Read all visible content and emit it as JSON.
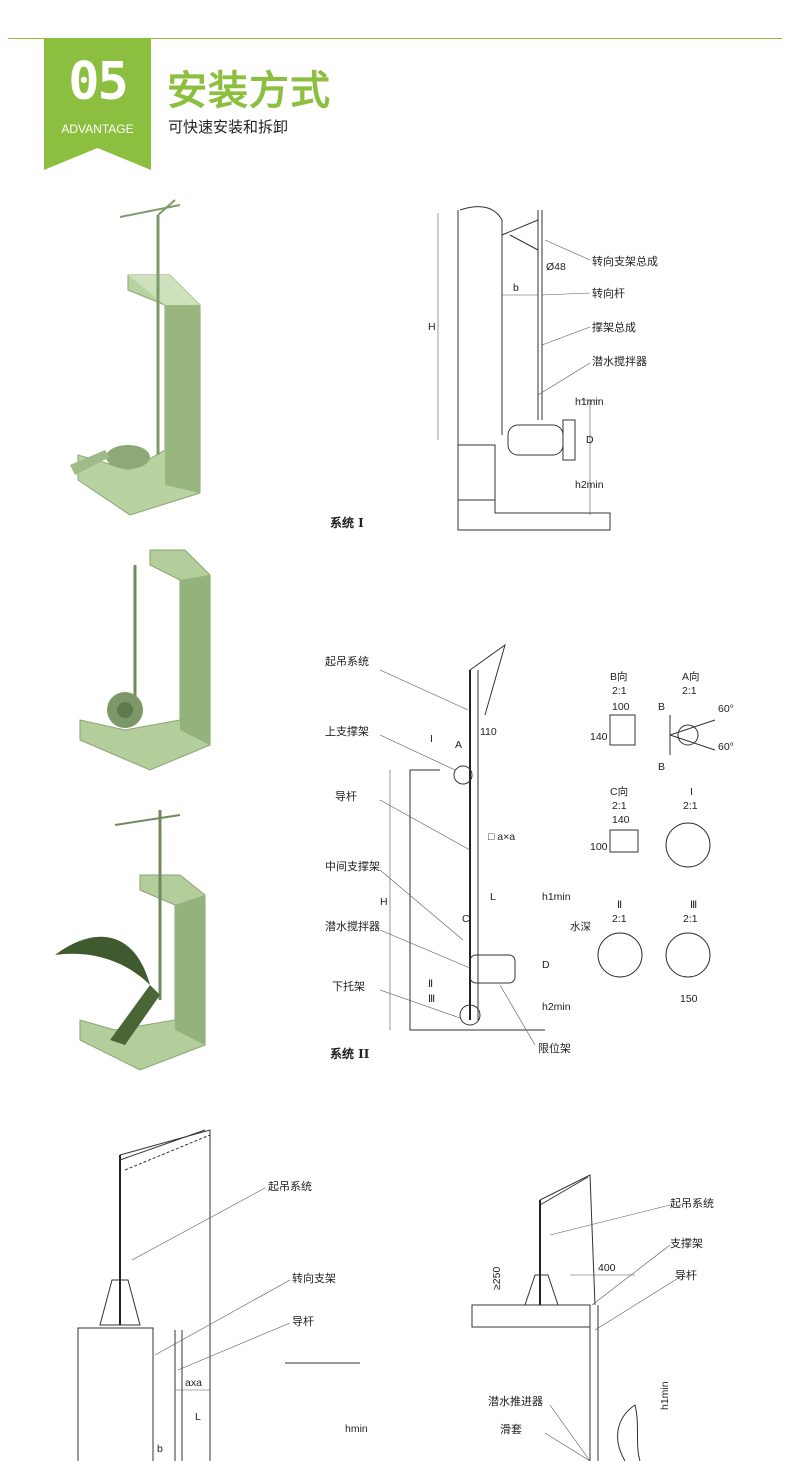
{
  "header": {
    "badge_number": "05",
    "badge_label": "ADVANTAGE",
    "title": "安装方式",
    "subtitle": "可快速安装和拆卸"
  },
  "colors": {
    "brand_green": "#8cbf3f",
    "render_green": "#a8c490",
    "line": "#333333"
  },
  "system1": {
    "caption": "系统 I",
    "labels": {
      "steering_bracket": "转向支架总成",
      "steering_rod": "转向杆",
      "support_frame": "撑架总成",
      "mixer": "潜水搅拌器"
    },
    "dims": {
      "dia": "Ø48",
      "b": "b",
      "H": "H",
      "h1min": "h1min",
      "D": "D",
      "h2min": "h2min"
    }
  },
  "system2": {
    "caption": "系统 II",
    "labels": {
      "lift": "起吊系统",
      "upper_support": "上支撑架",
      "guide_rod": "导杆",
      "middle_support": "中间支撑架",
      "mixer": "潜水搅拌器",
      "lower_bracket": "下托架",
      "limit_frame": "限位架"
    },
    "dims": {
      "110": "110",
      "axa": "□ a×a",
      "L": "L",
      "H": "H",
      "h1min": "h1min",
      "D": "D",
      "h2min": "h2min",
      "depth": "水深",
      "I": "I",
      "A": "A",
      "C": "C",
      "II": "Ⅱ",
      "III": "Ⅲ"
    },
    "details": {
      "b_view": "B向",
      "b_scale": "2:1",
      "b_w": "100",
      "b_h": "140",
      "a_view": "A向",
      "a_scale": "2:1",
      "a_b": "B",
      "a_angle1": "60°",
      "a_angle2": "60°",
      "c_view": "C向",
      "c_scale": "2:1",
      "c_w": "140",
      "c_h": "100",
      "i_view": "I",
      "i_scale": "2:1",
      "ii_view": "Ⅱ",
      "ii_scale": "2:1",
      "iii_view": "Ⅲ",
      "iii_scale": "2:1",
      "iii_w": "150"
    }
  },
  "system3": {
    "labels": {
      "lift": "起吊系统",
      "steering_bracket": "转向支架",
      "guide_rod": "导杆"
    },
    "dims": {
      "axa": "axa",
      "L": "L",
      "hmin": "hmin",
      "b": "b"
    }
  },
  "system4": {
    "labels": {
      "lift": "起吊系统",
      "support": "支撑架",
      "guide_rod": "导杆",
      "propeller": "潜水推进器",
      "sleeve": "滑套"
    },
    "dims": {
      "400": "400",
      "ge250": "≥250",
      "h1min": "h1min"
    }
  }
}
